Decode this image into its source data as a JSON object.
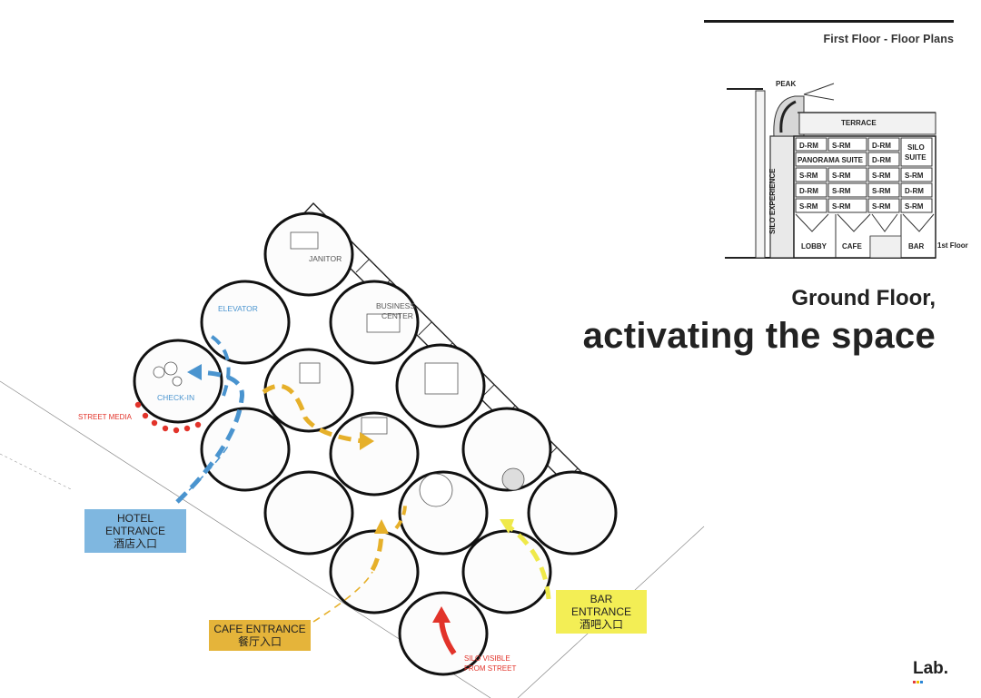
{
  "header": {
    "section_label": "First Floor - Floor Plans"
  },
  "title": {
    "line1": "Ground Floor,",
    "line2": "activating the space"
  },
  "logo": {
    "text": "Lab",
    "dot": "."
  },
  "section_diagram": {
    "peak": "PEAK",
    "terrace": "TERRACE",
    "silo_experience": "SILO EXPERIENCE",
    "first_floor": "1st Floor",
    "rows": [
      [
        "D-RM",
        "S-RM",
        "D-RM",
        "SILO"
      ],
      [
        "PANORAMA SUITE",
        "",
        "D-RM",
        "SUITE"
      ],
      [
        "S-RM",
        "S-RM",
        "S-RM",
        "S-RM"
      ],
      [
        "D-RM",
        "S-RM",
        "S-RM",
        "D-RM"
      ],
      [
        "S-RM",
        "S-RM",
        "S-RM",
        "S-RM"
      ]
    ],
    "ground": [
      "LOBBY",
      "CAFE",
      "",
      "BAR"
    ]
  },
  "plan": {
    "rooms": {
      "janitor": "JANITOR",
      "elevator": "ELEVATOR",
      "business_center_1": "BUSINESS",
      "business_center_2": "CENTER",
      "check_in": "CHECK-IN",
      "street_media": "STREET MEDIA",
      "silo_visible_1": "SILO VISIBLE",
      "silo_visible_2": "FROM STREET"
    },
    "entrances": {
      "hotel": {
        "label": "HOTEL ENTRANCE",
        "label_cn": "酒店入口",
        "color": "#7fb7e0"
      },
      "cafe": {
        "label": "CAFE ENTRANCE",
        "label_cn": "餐厅入口",
        "color": "#e5b43a"
      },
      "bar": {
        "label": "BAR ENTRANCE",
        "label_cn": "酒吧入口",
        "color": "#f3ee55"
      }
    },
    "colors": {
      "hotel_path": "#4a94cf",
      "cafe_path": "#e6b02a",
      "bar_path": "#efe94a",
      "street_path": "#e2332a"
    }
  }
}
